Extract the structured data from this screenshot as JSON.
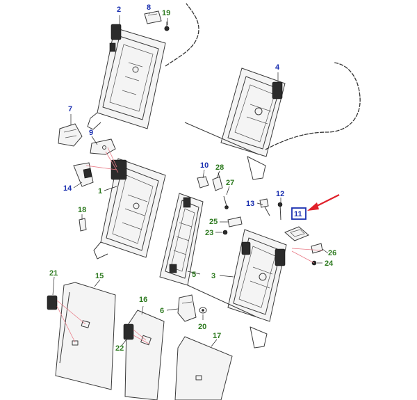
{
  "colors": {
    "highlight": "#1a2fb0",
    "arrow": "#e0202a",
    "callout_blue": "#1a2fb0",
    "callout_green": "#2d7a1f"
  },
  "highlighted_callout": "11",
  "callouts": {
    "c1": "1",
    "c2": "2",
    "c3": "3",
    "c4": "4",
    "c5": "5",
    "c6": "6",
    "c7": "7",
    "c8": "8",
    "c9": "9",
    "c10": "10",
    "c11": "11",
    "c12": "12",
    "c13": "13",
    "c14": "14",
    "c15": "15",
    "c16": "16",
    "c17": "17",
    "c18": "18",
    "c19": "19",
    "c20": "20",
    "c21": "21",
    "c22": "22",
    "c23": "23",
    "c24": "24",
    "c25": "25",
    "c26": "26",
    "c27": "27",
    "c28": "28"
  }
}
